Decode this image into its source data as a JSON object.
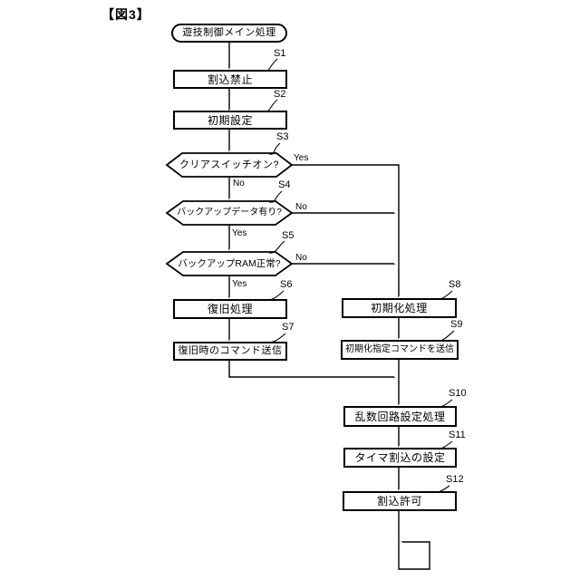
{
  "figure_label": "【図3】",
  "colors": {
    "line": "#000000",
    "background": "#ffffff"
  },
  "flowchart": {
    "start": {
      "label": "遊技制御メイン処理",
      "type": "terminal"
    },
    "steps": {
      "s1": {
        "id": "S1",
        "label": "割込禁止",
        "type": "process"
      },
      "s2": {
        "id": "S2",
        "label": "初期設定",
        "type": "process"
      },
      "s3": {
        "id": "S3",
        "label": "クリアスイッチオン?",
        "type": "decision"
      },
      "s4": {
        "id": "S4",
        "label": "バックアップデータ有り?",
        "type": "decision"
      },
      "s5": {
        "id": "S5",
        "label": "バックアップRAM正常?",
        "type": "decision"
      },
      "s6": {
        "id": "S6",
        "label": "復旧処理",
        "type": "process"
      },
      "s7": {
        "id": "S7",
        "label": "復旧時のコマンド送信",
        "type": "process"
      },
      "s8": {
        "id": "S8",
        "label": "初期化処理",
        "type": "process"
      },
      "s9": {
        "id": "S9",
        "label": "初期化指定コマンドを送信",
        "type": "process"
      },
      "s10": {
        "id": "S10",
        "label": "乱数回路設定処理",
        "type": "process"
      },
      "s11": {
        "id": "S11",
        "label": "タイマ割込の設定",
        "type": "process"
      },
      "s12": {
        "id": "S12",
        "label": "割込許可",
        "type": "process"
      }
    },
    "branch_labels": {
      "s3_yes": "Yes",
      "s3_no": "No",
      "s4_no": "No",
      "s4_yes": "Yes",
      "s5_no": "No",
      "s5_yes": "Yes"
    }
  }
}
